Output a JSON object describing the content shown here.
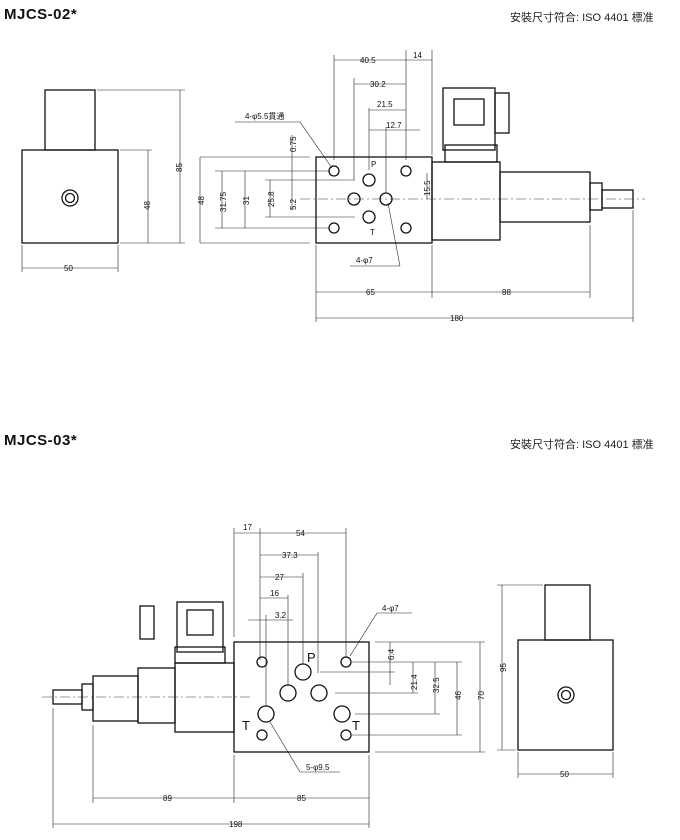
{
  "section1": {
    "title": "MJCS-02*",
    "standard": "安裝尺寸符合: ISO 4401 標准",
    "dims": {
      "d40_5": "40.5",
      "d14": "14",
      "d30_2": "30.2",
      "d21_5": "21.5",
      "d12_7": "12.7",
      "d0_75": "0.75",
      "d48a": "48",
      "d31_75": "31.75",
      "d31": "31",
      "d25_8": "25.8",
      "d5_2": "5.2",
      "d15_5": "15.5",
      "d65": "65",
      "d88": "88",
      "d180": "180",
      "d50": "50",
      "d48b": "48",
      "d85": "85"
    },
    "labels": {
      "hole_through": "4-φ5.5貫通",
      "ports": "4-φ7",
      "port_p": "P",
      "port_t": "T"
    }
  },
  "section2": {
    "title": "MJCS-03*",
    "standard": "安裝尺寸符合: ISO 4401 標准",
    "dims": {
      "d17": "17",
      "d54": "54",
      "d37_3": "37.3",
      "d27": "27",
      "d16": "16",
      "d3_2": "3.2",
      "d6_4": "6.4",
      "d21_4": "21.4",
      "d32_5": "32.5",
      "d46": "46",
      "d70": "70",
      "d95": "95",
      "d89": "89",
      "d85": "85",
      "d198": "198",
      "d50": "50"
    },
    "labels": {
      "holes": "4-φ7",
      "ports": "5-φ9.5",
      "port_p": "P",
      "port_t1": "T",
      "port_t2": "T"
    }
  }
}
